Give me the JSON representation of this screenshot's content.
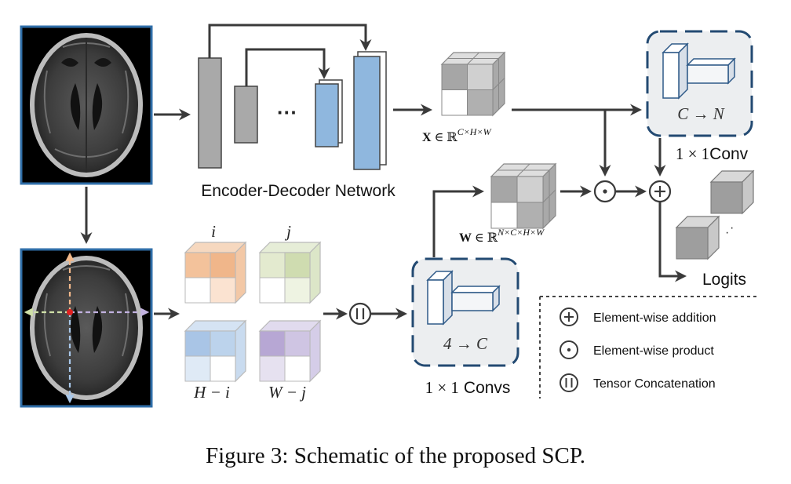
{
  "network_label": "Encoder-Decoder Network",
  "ellipsis": "···",
  "x_feature": {
    "sym": "X",
    "rest": " ∈ ℝ",
    "sup": "C×H×W"
  },
  "w_feature": {
    "sym": "W",
    "rest": " ∈ ℝ",
    "sup": "N×C×H×W"
  },
  "conv_top": {
    "mapping": "C → N",
    "label_math": "1 × 1",
    "label_word": "Conv"
  },
  "conv_bottom": {
    "mapping": "4 → C",
    "label_math": "1 × 1",
    "label_word": "Convs"
  },
  "coords": {
    "i": "i",
    "j": "j",
    "h_minus_i": "H − i",
    "w_minus_j": "W − j"
  },
  "output_label": "Logits",
  "legend": {
    "addition": "Element-wise addition",
    "product": "Element-wise product",
    "concat": "Tensor Concatenation"
  },
  "caption": "Figure 3: Schematic of the proposed SCP.",
  "colors": {
    "arrow": "#3a3a3a",
    "decoder_blue": "#8fb7de",
    "encoder_gray": "#a8a8a8",
    "conv_box_border": "#234a72",
    "conv_box_fill": "#eceef0",
    "orange": "#f0b98e",
    "green": "#cfdcb0",
    "blue_light": "#a9c5e6",
    "purple": "#b7a7d4",
    "frame_blue": "#2f6ea8"
  }
}
